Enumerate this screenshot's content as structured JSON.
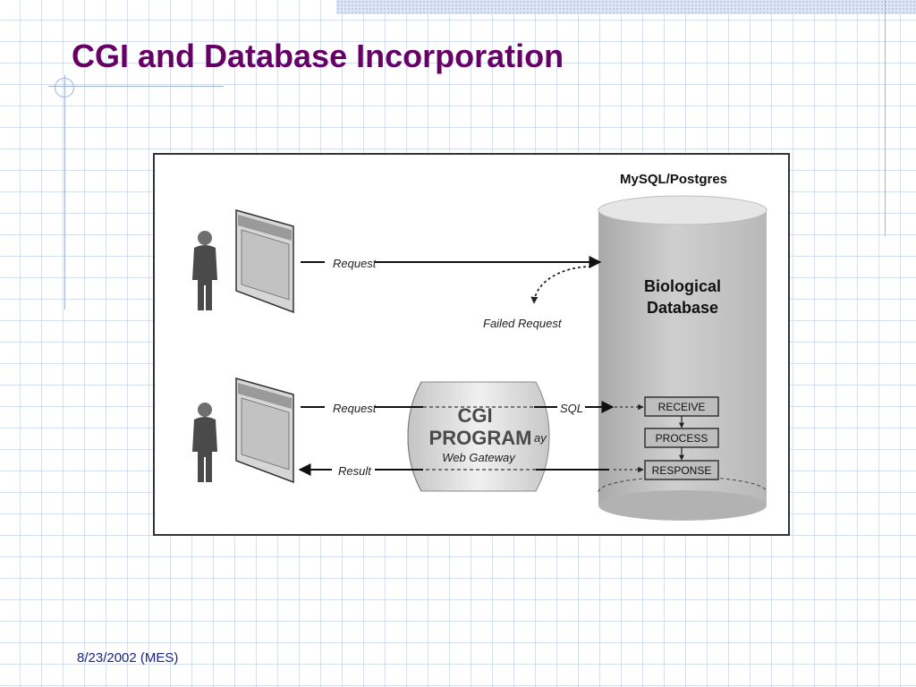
{
  "slide": {
    "title": "CGI and Database Incorporation",
    "footer": "8/23/2002 (MES)"
  },
  "diagram": {
    "db_header": "MySQL/Postgres",
    "db_title_line1": "Biological",
    "db_title_line2": "Database",
    "top_request": "Request",
    "failed_request": "Failed Request",
    "bottom_request": "Request",
    "sql": "SQL",
    "result": "Result",
    "cgi_line1": "CGI",
    "cgi_line2": "PROGRAM",
    "cgi_sub": "Web Gateway",
    "cgi_partial": "ay",
    "steps": [
      "RECEIVE",
      "PROCESS",
      "RESPONSE"
    ]
  }
}
